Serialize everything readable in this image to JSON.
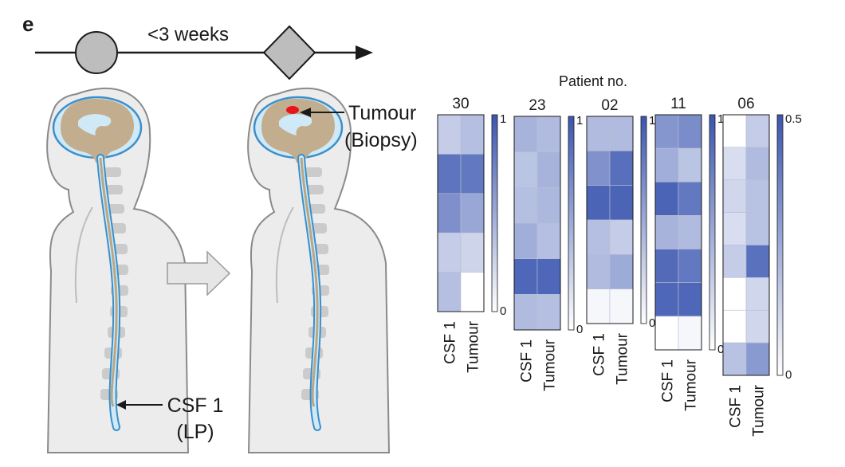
{
  "panel_label": "e",
  "timeline": {
    "interval_label": "<3 weeks"
  },
  "left_figure": {
    "sample_label_line1": "CSF 1",
    "sample_label_line2": "(LP)"
  },
  "right_figure": {
    "sample_label_line1": "Tumour",
    "sample_label_line2": "(Biopsy)"
  },
  "colors": {
    "brain": "#c2ae8e",
    "csf": "#cfe9f6",
    "csf_outline": "#3a8fcb",
    "tumour": "#e8141c",
    "body_fill": "#ececec",
    "vertebra": "#c9c9c9",
    "marker": "#bdbdbd",
    "heat_low": "#ffffff",
    "heat_high": "#3b56b0"
  },
  "chart_data": {
    "type": "heatmap",
    "title": "Patient no.",
    "columns": [
      "CSF 1",
      "Tumour"
    ],
    "patients": [
      {
        "id": "30",
        "scale": [
          0,
          1
        ],
        "scale_labels": [
          "0",
          "1"
        ],
        "values": [
          [
            0.3,
            0.38
          ],
          [
            0.82,
            0.8
          ],
          [
            0.66,
            0.52
          ],
          [
            0.3,
            0.25
          ],
          [
            0.38,
            0.0
          ]
        ]
      },
      {
        "id": "23",
        "scale": [
          0,
          1
        ],
        "scale_labels": [
          "0",
          "1"
        ],
        "values": [
          [
            0.45,
            0.4
          ],
          [
            0.35,
            0.45
          ],
          [
            0.38,
            0.42
          ],
          [
            0.48,
            0.38
          ],
          [
            0.9,
            0.9
          ],
          [
            0.4,
            0.38
          ]
        ]
      },
      {
        "id": "02",
        "scale": [
          0,
          1
        ],
        "scale_labels": [
          "0",
          "1"
        ],
        "values": [
          [
            0.4,
            0.4
          ],
          [
            0.65,
            0.85
          ],
          [
            0.92,
            0.92
          ],
          [
            0.38,
            0.3
          ],
          [
            0.4,
            0.5
          ],
          [
            0.05,
            0.05
          ]
        ]
      },
      {
        "id": "11",
        "scale": [
          0,
          1
        ],
        "scale_labels": [
          "0",
          "1"
        ],
        "values": [
          [
            0.62,
            0.68
          ],
          [
            0.48,
            0.35
          ],
          [
            0.92,
            0.8
          ],
          [
            0.45,
            0.4
          ],
          [
            0.88,
            0.8
          ],
          [
            0.9,
            0.9
          ],
          [
            0.0,
            0.05
          ]
        ]
      },
      {
        "id": "06",
        "scale": [
          0,
          0.5
        ],
        "scale_labels": [
          "0",
          "0.5"
        ],
        "values": [
          [
            0.0,
            0.15
          ],
          [
            0.1,
            0.2
          ],
          [
            0.12,
            0.18
          ],
          [
            0.1,
            0.18
          ],
          [
            0.15,
            0.42
          ],
          [
            0.0,
            0.12
          ],
          [
            0.0,
            0.12
          ],
          [
            0.18,
            0.3
          ]
        ]
      }
    ]
  }
}
